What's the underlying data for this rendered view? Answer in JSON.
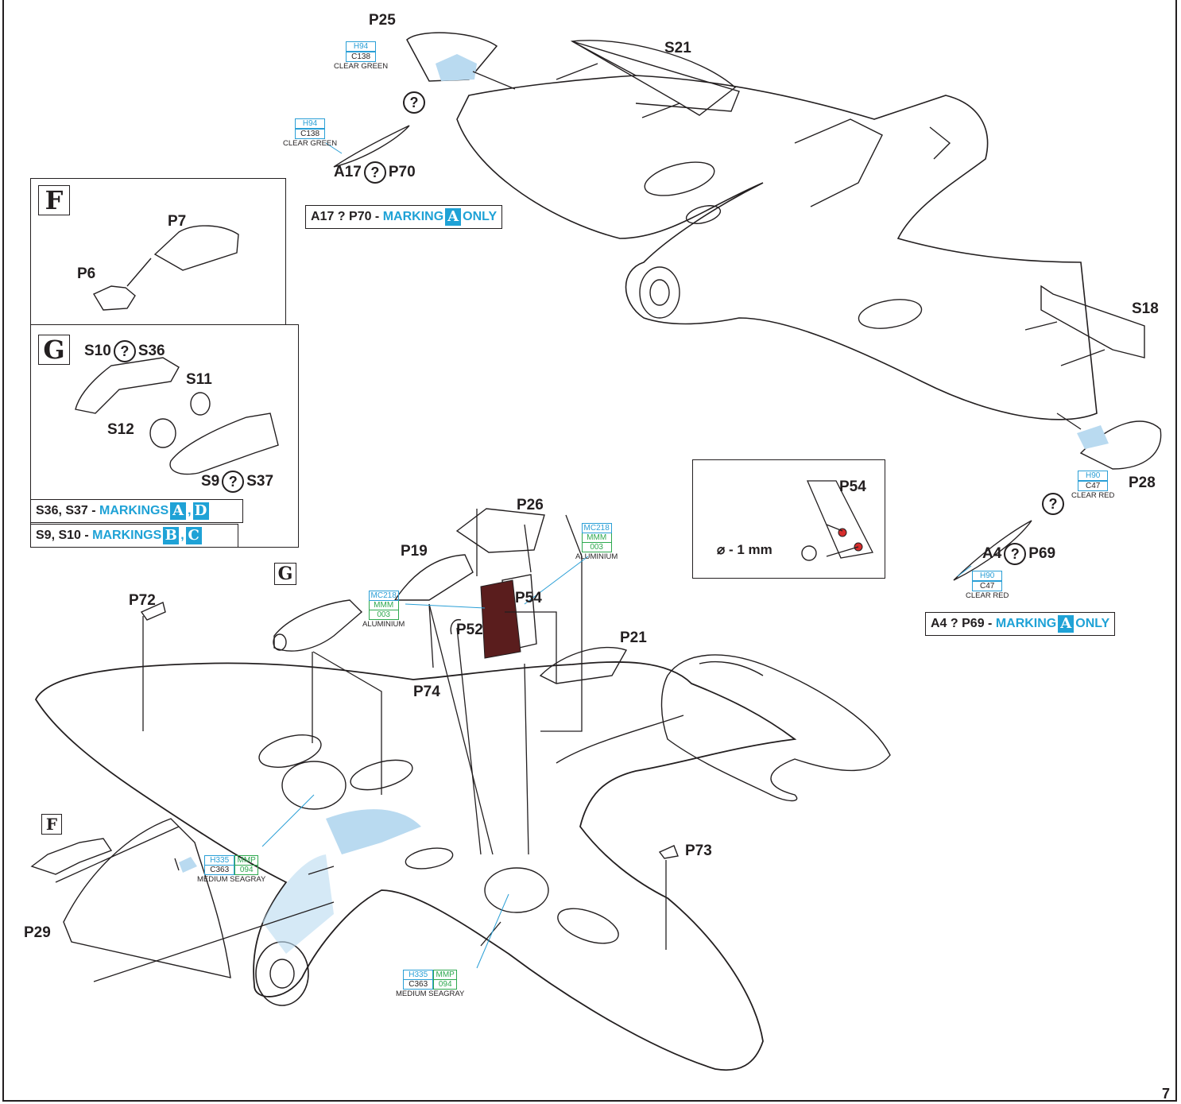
{
  "page_number": "7",
  "parts": {
    "p25": "P25",
    "s21": "S21",
    "p7": "P7",
    "p6": "P6",
    "s10_s36_a": "S10",
    "s10_s36_b": "S36",
    "s11": "S11",
    "s12": "S12",
    "s9_s37_a": "S9",
    "s9_s37_b": "S37",
    "s18": "S18",
    "p28": "P28",
    "a4": "A4",
    "p69": "P69",
    "a17": "A17",
    "p70": "P70",
    "p26": "P26",
    "p19": "P19",
    "p54_top": "P54",
    "p54": "P54",
    "p52": "P52",
    "p21": "P21",
    "p72": "P72",
    "p74": "P74",
    "p73": "P73",
    "p29": "P29"
  },
  "question_mark": "?",
  "drill_note": "⌀ - 1 mm",
  "inset_letters": {
    "f": "F",
    "g": "G",
    "f_small": "F",
    "g_small": "G"
  },
  "paints": {
    "clear_green": {
      "code1": "H94",
      "code2": "C138",
      "name": "CLEAR GREEN"
    },
    "clear_red": {
      "code1": "H90",
      "code2": "C47",
      "name": "CLEAR RED"
    },
    "aluminium": {
      "code1": "MC218",
      "code2": "MMM",
      "code3": "003",
      "name": "ALUMINIUM"
    },
    "medium_seagray": {
      "code1": "H335",
      "code2": "MMP",
      "code3": "C363",
      "code4": "094",
      "name": "MEDIUM SEAGRAY"
    }
  },
  "banners": {
    "a17_p70": {
      "prefix": "A17 ? P70 - ",
      "marking": "MARKING",
      "letter": "A",
      "suffix": "ONLY"
    },
    "a4_p69": {
      "prefix": "A4 ? P69 - ",
      "marking": "MARKING",
      "letter": "A",
      "suffix": "ONLY"
    },
    "s36_s37": {
      "prefix": "S36, S37 - ",
      "marking": "MARKINGS",
      "letter1": "A",
      "sep": ",",
      "letter2": "D"
    },
    "s9_s10": {
      "prefix": "S9, S10 - ",
      "marking": "MARKINGS",
      "letter1": "B",
      "sep": ",",
      "letter2": "C"
    }
  },
  "colors": {
    "cyan": "#1fa2d6",
    "green": "#2ea84f",
    "clear_part": "#b9daf0",
    "ink": "#231f20"
  }
}
